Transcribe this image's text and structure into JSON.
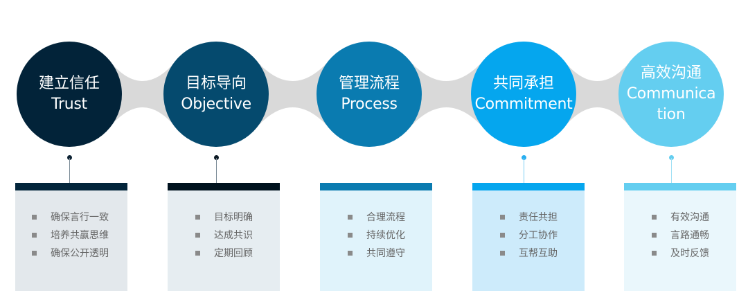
{
  "colors": {
    "connector": "#d9d9d9"
  },
  "steps": [
    {
      "cn": "建立信任",
      "en": "Trust",
      "circle": "#022339",
      "bar": "#03253b",
      "body": "#e3e8ec",
      "dot": "#0d2233",
      "stem": "#7a8a96",
      "items": [
        "确保言行一致",
        "培养共赢思维",
        "确保公开透明"
      ]
    },
    {
      "cn": "目标导向",
      "en": "Objective",
      "circle": "#054a6e",
      "bar": "#00121e",
      "body": "#e6edf1",
      "dot": "#0d1a24",
      "stem": "#7a8a96",
      "items": [
        "目标明确",
        "达成共识",
        "定期回顾"
      ]
    },
    {
      "cn": "管理流程",
      "en": "Process",
      "circle": "#0a7bb0",
      "bar": "#0a7bb0",
      "body": "#e0f3fb",
      "dot": null,
      "stem": null,
      "items": [
        "合理流程",
        "持续优化",
        "共同遵守"
      ]
    },
    {
      "cn": "共同承担",
      "en": "Commitment",
      "circle": "#05a6ee",
      "bar": "#05a6ee",
      "body": "#cdebfb",
      "dot": "#28aef0",
      "stem": "#7ccff5",
      "items": [
        "责任共担",
        "分工协作",
        "互帮互助"
      ]
    },
    {
      "cn": "高效沟通",
      "en": "Communication",
      "circle": "#64cef0",
      "bar": "#64cef0",
      "body": "#eaf7fc",
      "dot": "#64cef0",
      "stem": "#9fe0f5",
      "items": [
        "有效沟通",
        "言路通畅",
        "及时反馈"
      ]
    }
  ]
}
